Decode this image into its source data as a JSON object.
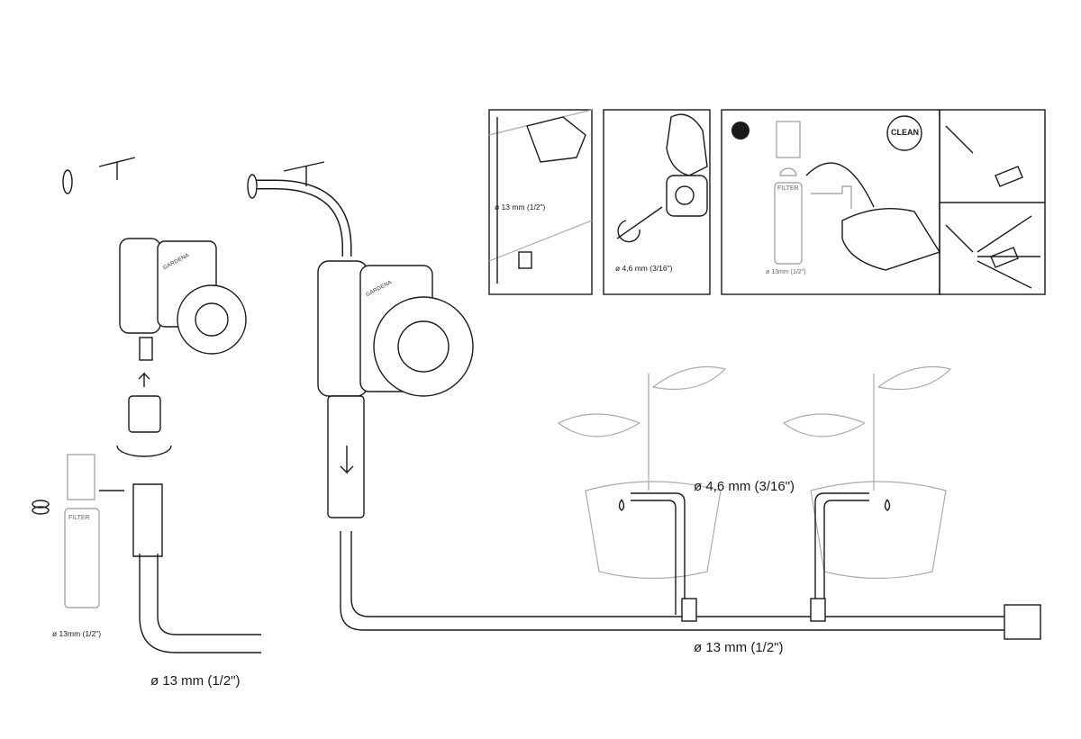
{
  "panels": {
    "panel1": {
      "label": "ø 13 mm (1/2\")"
    },
    "panel2": {
      "label": "ø 4,6 mm (3/16\")"
    },
    "panel3": {
      "badge": "CLEAN",
      "filter_label": "FILTER",
      "label": "ø 13mm (1/2\")"
    }
  },
  "left_assembly": {
    "brand": "GARDENA",
    "filter_label": "FILTER",
    "filter_size": "ø 13mm (1/2\")",
    "hose_size": "ø 13 mm (1/2\")"
  },
  "main_assembly": {
    "brand": "GARDENA",
    "drip_size": "ø 4,6 mm (3/16\")",
    "hose_size": "ø 13 mm (1/2\")"
  },
  "colors": {
    "line": "#1a1a1a",
    "ghost": "#aaaaaa"
  }
}
